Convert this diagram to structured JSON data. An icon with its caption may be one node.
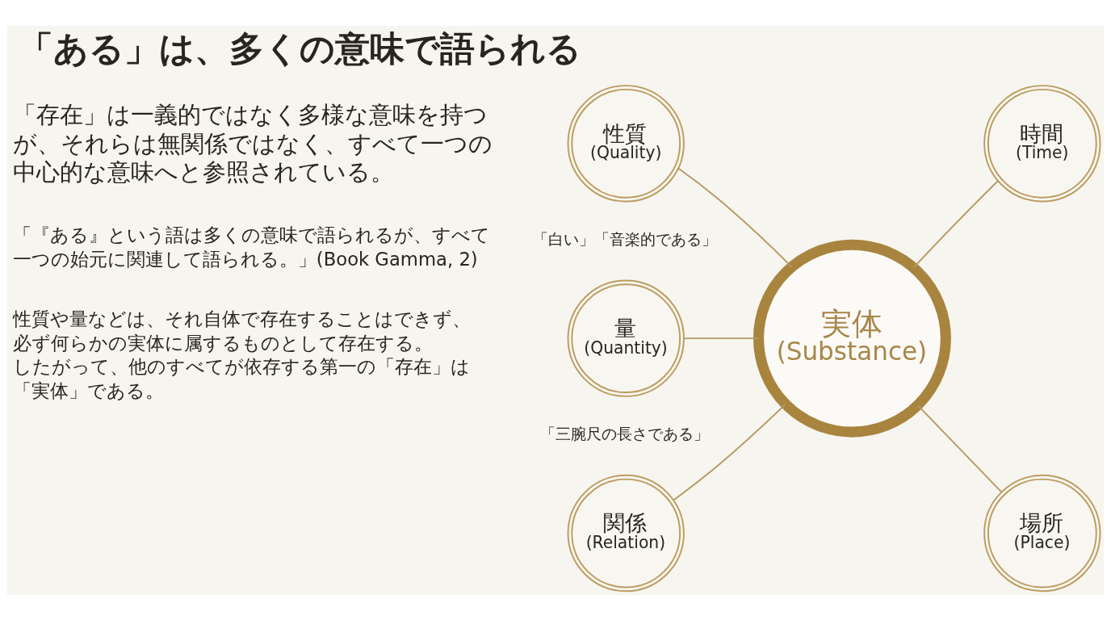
{
  "diagram": {
    "title": "「ある」は、多くの意味で語られる",
    "nodes": [
      {
        "text": [
          "性質",
          "(Quality)"
        ],
        "beside": [
          "「白い」「音楽的である」"
        ]
      },
      {
        "text": [
          "時間",
          "(Time)"
        ]
      },
      {
        "text": [
          "量",
          "(Quantity)"
        ],
        "beside": [
          "「三腕尺の長さである」"
        ]
      },
      {
        "text": [
          "実体",
          "(Substance)"
        ]
      },
      {
        "text": [
          "関係",
          "(Relation)"
        ]
      },
      {
        "text": [
          "場所",
          "(Place)"
        ]
      }
    ],
    "edges": [
      {
        "from": 0,
        "to": 3,
        "arrow": "none"
      },
      {
        "from": 1,
        "to": 3,
        "arrow": "none"
      },
      {
        "from": 2,
        "to": 3,
        "arrow": "none"
      },
      {
        "from": 3,
        "to": 4,
        "arrow": "none"
      },
      {
        "from": 3,
        "to": 5,
        "arrow": "none"
      }
    ],
    "labels": [
      "「存在」は一義的ではなく多様な意味を持つが、それらは無関係ではなく、すべて一つの中心的な意味へと参照されている。",
      "「『ある』という語は多くの意味で語られるが、すべて一つの始元に関連して語られる。」(Book Gamma, 2)",
      "性質や量などは、それ自体で存在することはできず、必ず何らかの実体に属するものとして存在する。したがって、他のすべてが依存する第一の「存在」は「実体」である。"
    ]
  }
}
